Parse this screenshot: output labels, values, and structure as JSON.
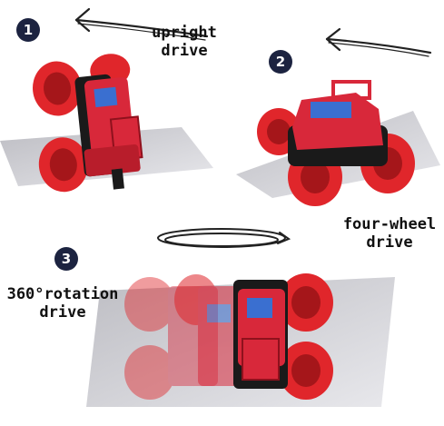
{
  "steps": [
    {
      "number": "1",
      "caption_line1": "upright",
      "caption_line2": "drive"
    },
    {
      "number": "2",
      "caption_line1": "four-wheel",
      "caption_line2": "drive"
    },
    {
      "number": "3",
      "caption_line1": "360°rotation",
      "caption_line2": "drive"
    }
  ],
  "colors": {
    "badge": "#1c2340",
    "tire": "#e0262b",
    "tire_dark": "#a5161a",
    "body": "#d8283a",
    "body_blue": "#3a6fd0",
    "frame": "#1a1a1a",
    "mat": "#c9c9ce"
  },
  "icons": [
    "arrow-left-icon",
    "arrow-left-icon",
    "spiral-arrow-icon"
  ]
}
